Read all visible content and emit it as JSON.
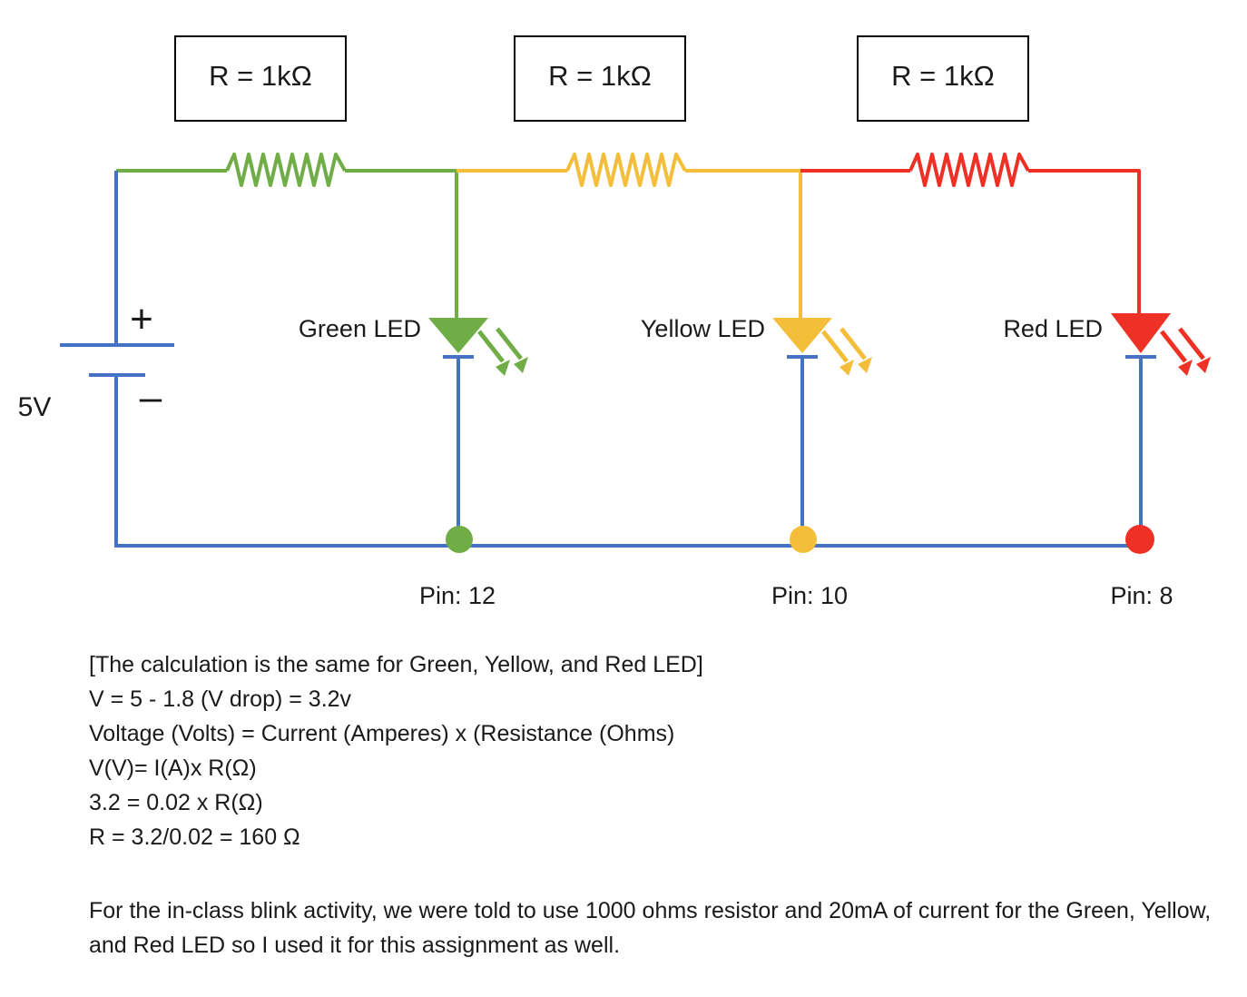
{
  "supply": {
    "voltage_label": "5V",
    "plus_symbol": "+",
    "minus_symbol": "–"
  },
  "resistors": [
    {
      "label": "R = 1kΩ",
      "color": "#70AD47"
    },
    {
      "label": "R = 1kΩ",
      "color": "#F4BE3A"
    },
    {
      "label": "R = 1kΩ",
      "color": "#EE3124"
    }
  ],
  "leds": [
    {
      "label": "Green LED",
      "color": "#70AD47",
      "pin": "Pin: 12"
    },
    {
      "label": "Yellow LED",
      "color": "#F4BE3A",
      "pin": "Pin: 10"
    },
    {
      "label": "Red LED",
      "color": "#EE3124",
      "pin": "Pin: 8"
    }
  ],
  "wire_color": "#4472C4",
  "calculation": [
    "[The calculation is the same for Green, Yellow, and Red LED]",
    "V = 5 - 1.8 (V drop) = 3.2v",
    "Voltage (Volts) = Current (Amperes) x (Resistance (Ohms)",
    "V(V)= I(A)x R(Ω)",
    "3.2 = 0.02 x R(Ω)",
    "R = 3.2/0.02 = 160 Ω"
  ],
  "note": "For the in-class blink activity, we were told to use 1000 ohms resistor and 20mA of current for the Green, Yellow, and Red LED so I used it for this assignment as well."
}
